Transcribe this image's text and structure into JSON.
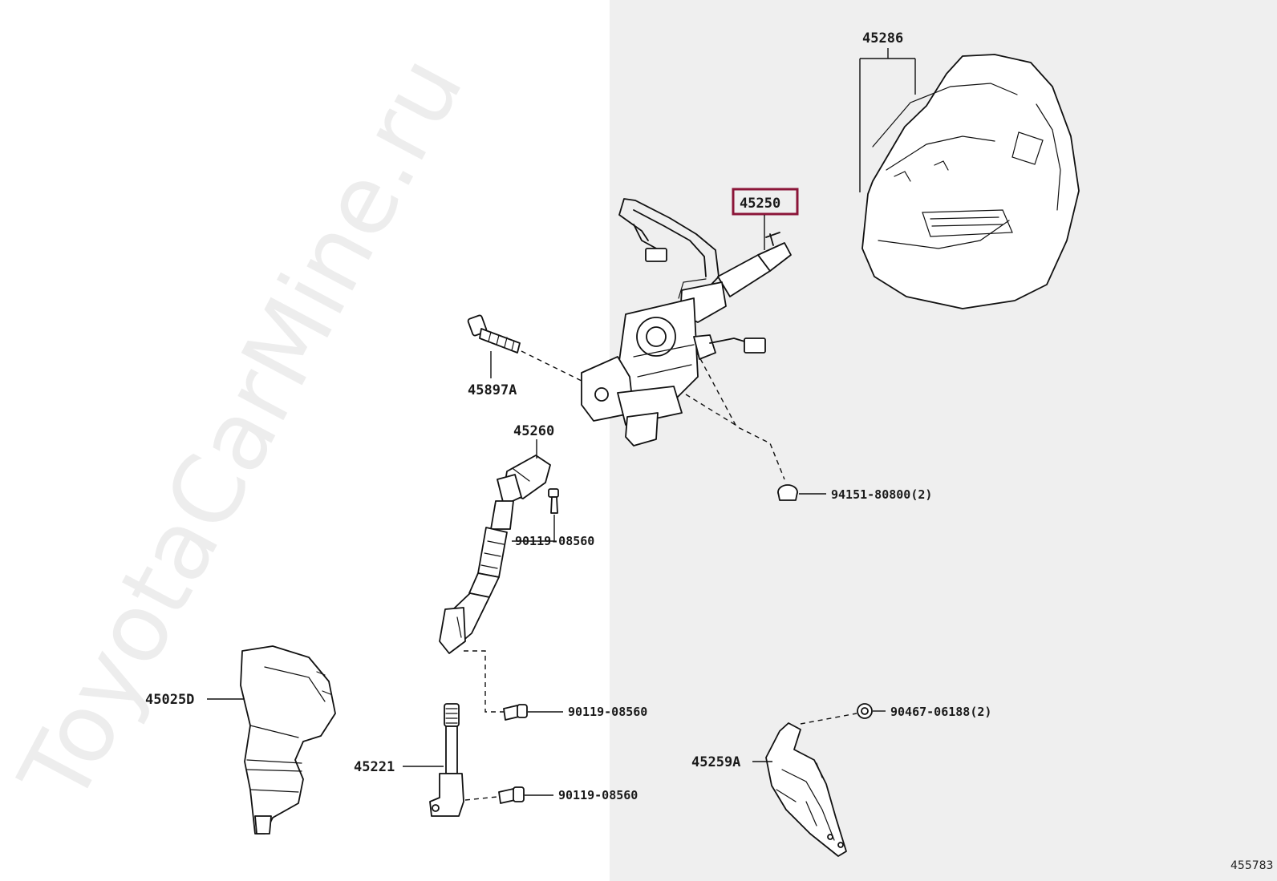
{
  "watermark": "ToyotaCarMine.ru",
  "figure_id": "455783",
  "highlight_color": "#8b1538",
  "parts": {
    "p45286": "45286",
    "p45250": "45250",
    "p45897A": "45897A",
    "p45260": "45260",
    "p94151": "94151-80800(2)",
    "p90119_a": "90119-08560",
    "p45025D": "45025D",
    "p90119_b": "90119-08560",
    "p45221": "45221",
    "p90119_c": "90119-08560",
    "p45259A": "45259A",
    "p90467": "90467-06188(2)"
  }
}
